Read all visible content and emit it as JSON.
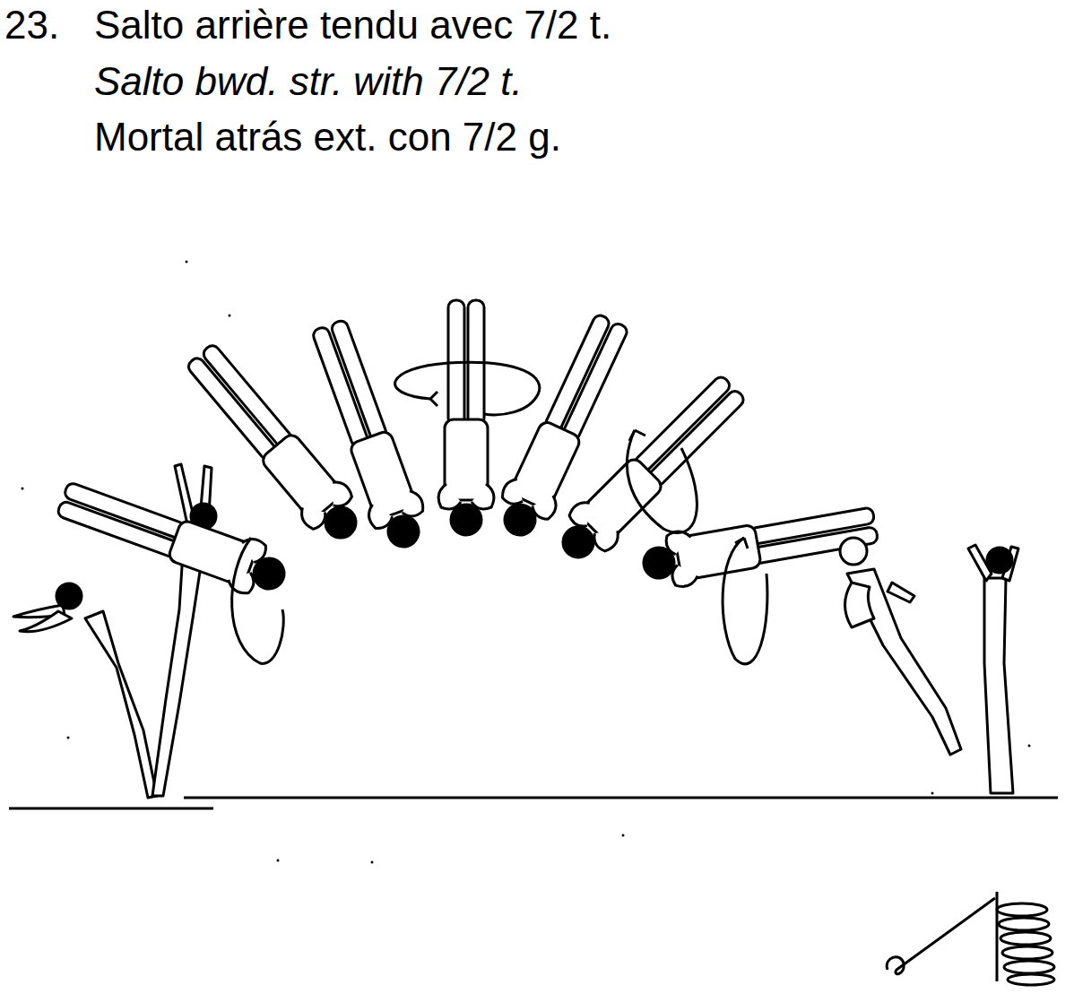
{
  "diagram": {
    "labels": [
      "23.",
      "Salto arrière tendu avec 7/2 t.",
      "Salto bwd. str. with 7/2 t.",
      "Mortal atrás ext. con 7/2 g."
    ]
  }
}
